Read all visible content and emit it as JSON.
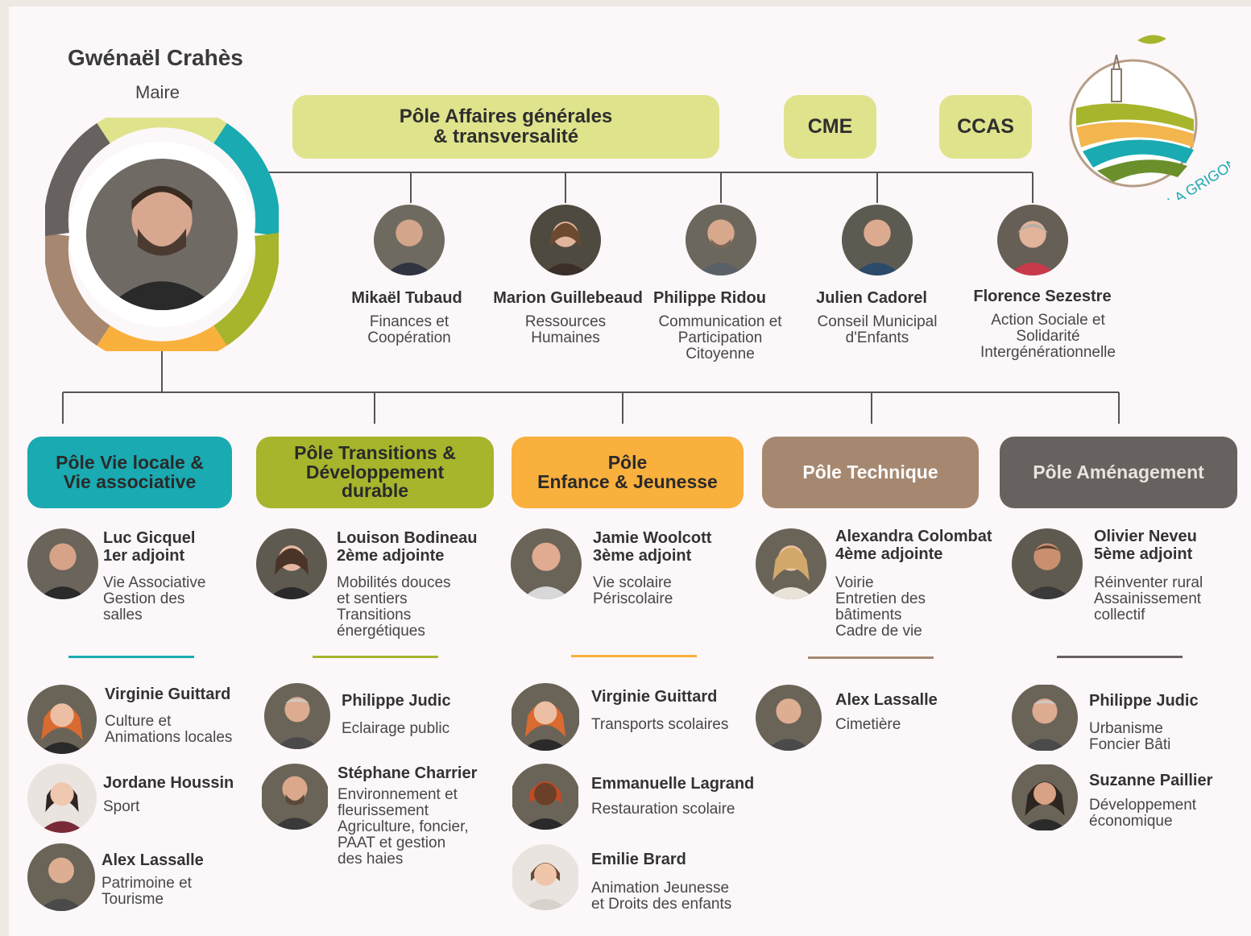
{
  "mayor": {
    "name": "Gwénaël Crahès",
    "role": "Maire"
  },
  "logo_text": "LA GRIGONNAIS",
  "colors": {
    "teal": "#1aaab1",
    "olive": "#a6b52c",
    "orange": "#f9b03d",
    "brown": "#a68870",
    "gray": "#67625f",
    "lime": "#dfe38c"
  },
  "top_poles": {
    "general": "Pôle Affaires générales\n& transversalité",
    "cme": "CME",
    "ccas": "CCAS"
  },
  "delegates": [
    {
      "name": "Mikaël Tubaud",
      "desc": "Finances et\nCoopération"
    },
    {
      "name": "Marion Guillebeaud",
      "desc": "Ressources\nHumaines"
    },
    {
      "name": "Philippe Ridou",
      "desc": "Communication et\nParticipation\nCitoyenne"
    },
    {
      "name": "Julien Cadorel",
      "desc": "Conseil Municipal\nd'Enfants"
    },
    {
      "name": "Florence Sezestre",
      "desc": "Action Sociale et\nSolidarité\nIntergénérationnelle"
    }
  ],
  "poles": [
    {
      "title": "Pôle Vie locale &\nVie associative",
      "adjoint": {
        "name": "Luc Gicquel",
        "role": "1er adjoint",
        "desc": "Vie Associative\nGestion des\nsalles"
      },
      "members": [
        {
          "name": "Virginie Guittard",
          "desc": "Culture et\nAnimations locales"
        },
        {
          "name": "Jordane Houssin",
          "desc": "Sport"
        },
        {
          "name": "Alex Lassalle",
          "desc": "Patrimoine et\nTourisme"
        }
      ]
    },
    {
      "title": "Pôle Transitions &\nDéveloppement\ndurable",
      "adjoint": {
        "name": "Louison Bodineau",
        "role": "2ème adjointe",
        "desc": "Mobilités douces\net sentiers\nTransitions\nénergétiques"
      },
      "members": [
        {
          "name": "Philippe Judic",
          "desc": "Eclairage public"
        },
        {
          "name": "Stéphane Charrier",
          "desc": "Environnement et\nfleurissement\nAgriculture, foncier,\nPAAT et gestion\ndes haies"
        }
      ]
    },
    {
      "title": "Pôle\nEnfance & Jeunesse",
      "adjoint": {
        "name": "Jamie Woolcott",
        "role": "3ème adjoint",
        "desc": "Vie scolaire\nPériscolaire"
      },
      "members": [
        {
          "name": "Virginie Guittard",
          "desc": "Transports scolaires"
        },
        {
          "name": "Emmanuelle Lagrand",
          "desc": "Restauration scolaire"
        },
        {
          "name": "Emilie Brard",
          "desc": "Animation Jeunesse\net Droits des enfants"
        }
      ]
    },
    {
      "title": "Pôle Technique",
      "adjoint": {
        "name": "Alexandra Colombat",
        "role": "4ème adjointe",
        "desc": "Voirie\nEntretien des\nbâtiments\nCadre de vie"
      },
      "members": [
        {
          "name": "Alex Lassalle",
          "desc": "Cimetière"
        }
      ]
    },
    {
      "title": "Pôle Aménagement",
      "adjoint": {
        "name": "Olivier Neveu",
        "role": "5ème adjoint",
        "desc": "Réinventer rural\nAssainissement\ncollectif"
      },
      "members": [
        {
          "name": "Philippe Judic",
          "desc": "Urbanisme\nFoncier Bâti"
        },
        {
          "name": "Suzanne Paillier",
          "desc": "Développement\néconomique"
        }
      ]
    }
  ]
}
